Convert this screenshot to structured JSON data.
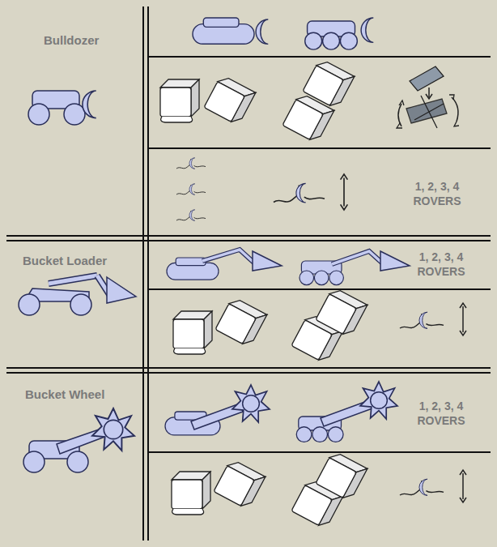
{
  "diagram": {
    "labels": [
      "Bulldozer",
      "1, 2, 3, 4 ROVERS",
      "Bucket Loader",
      "1, 2, 3, 4 ROVERS",
      "Bucket Wheel",
      "1, 2, 3, 4 ROVERS"
    ]
  }
}
